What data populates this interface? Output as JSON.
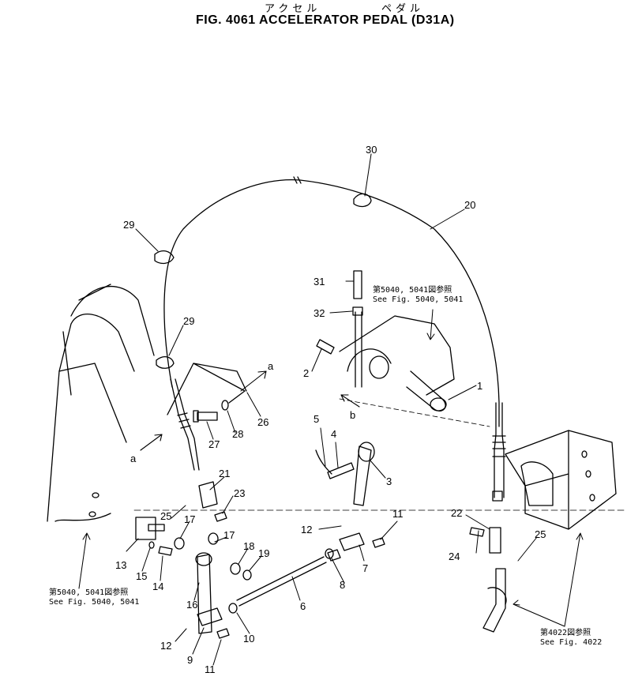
{
  "header": {
    "kana_left": "アクセル",
    "kana_right": "ペダル",
    "title": "FIG. 4061  ACCELERATOR PEDAL (D31A)"
  },
  "refs": {
    "top": {
      "jp": "第5040, 5041図参照",
      "en": "See Fig. 5040, 5041"
    },
    "left": {
      "jp": "第5040, 5041図参照",
      "en": "See Fig. 5040, 5041"
    },
    "right": {
      "jp": "第4022図参照",
      "en": "See Fig. 4022"
    }
  },
  "view_letters": {
    "a1": "a",
    "a2": "a",
    "b": "b"
  },
  "callouts": [
    "30",
    "20",
    "29",
    "29",
    "31",
    "32",
    "2",
    "1",
    "26",
    "28",
    "27",
    "5",
    "4",
    "3",
    "21",
    "23",
    "25",
    "17",
    "17",
    "18",
    "19",
    "12",
    "11",
    "13",
    "15",
    "14",
    "16",
    "7",
    "8",
    "6",
    "22",
    "25",
    "24",
    "12",
    "9",
    "10",
    "11"
  ]
}
